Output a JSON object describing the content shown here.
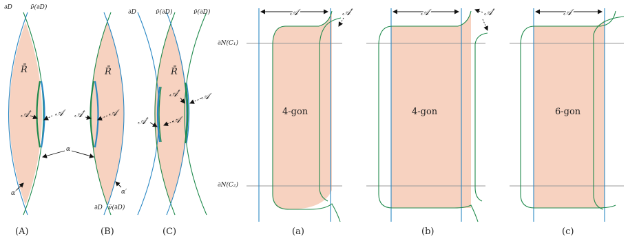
{
  "colors": {
    "region_fill": "#f7d2c0",
    "blue_curve": "#2a88c4",
    "green_curve": "#1f8a4c",
    "gray_line": "#9a9a9a",
    "arrow": "#111111"
  },
  "left_figure": {
    "panel_A": {
      "caption": "(A)",
      "top_labels": [
        "∂D",
        "ν̄(∂D)"
      ],
      "region_label": "R̄",
      "arc_labels": [
        "𝒜′",
        "𝒜"
      ],
      "alpha_prime": "α′"
    },
    "panel_B": {
      "caption": "(B)",
      "region_label": "R̄",
      "arc_labels": [
        "𝒜′",
        "𝒜"
      ],
      "bottom_labels": [
        "∂D",
        "ν̄(∂D)"
      ],
      "alpha_prime": "α′"
    },
    "shared_alpha": "α",
    "panel_C": {
      "caption": "(C)",
      "top_labels": [
        "∂D",
        "ν̄(∂D)",
        "ν̄(∂D)"
      ],
      "region_label": "R̄",
      "arc_labels": [
        "𝒜′",
        "𝒜",
        "𝒜′",
        "𝒜"
      ]
    }
  },
  "right_figure": {
    "boundary_labels": [
      "∂N(C₁)",
      "∂N(C₂)"
    ],
    "panel_a": {
      "caption": "(a)",
      "top_label": "𝒜",
      "side_label": "𝒜′",
      "polygon_label": "4-gon"
    },
    "panel_b": {
      "caption": "(b)",
      "top_label": "𝒜",
      "side_label": "𝒜′",
      "polygon_label": "4-gon"
    },
    "panel_c": {
      "caption": "(c)",
      "top_label": "𝒜",
      "polygon_label": "6-gon"
    }
  }
}
